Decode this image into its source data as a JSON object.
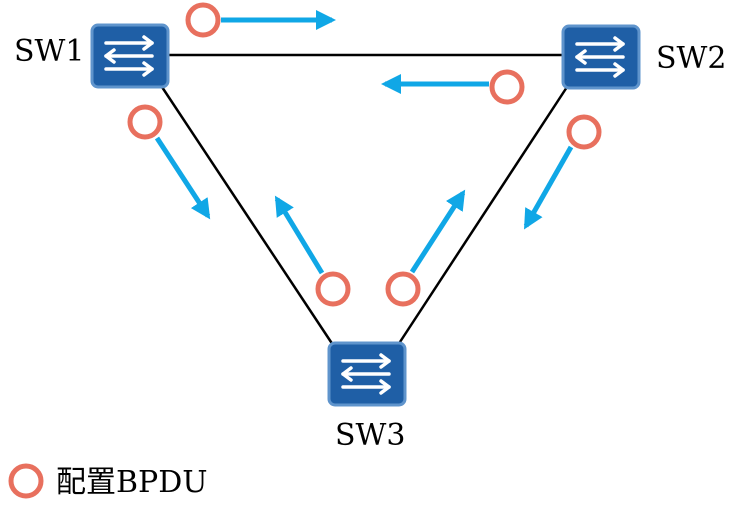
{
  "colors": {
    "switch_fill": "#1f5fa6",
    "switch_border": "#5f94cc",
    "switch_arrow": "#ffffff",
    "link": "#000000",
    "bpdu_circle": "#e8705e",
    "flow_arrow": "#10a7e6",
    "background": "#ffffff"
  },
  "switches": [
    {
      "id": "sw1",
      "label": "SW1",
      "icon": "switch-icon"
    },
    {
      "id": "sw2",
      "label": "SW2",
      "icon": "switch-icon"
    },
    {
      "id": "sw3",
      "label": "SW3",
      "icon": "switch-icon"
    }
  ],
  "links": [
    {
      "from": "sw1",
      "to": "sw2"
    },
    {
      "from": "sw1",
      "to": "sw3"
    },
    {
      "from": "sw2",
      "to": "sw3"
    }
  ],
  "bpdus": [
    {
      "from": "sw1",
      "to": "sw2"
    },
    {
      "from": "sw2",
      "to": "sw1"
    },
    {
      "from": "sw1",
      "to": "sw3"
    },
    {
      "from": "sw3",
      "to": "sw1"
    },
    {
      "from": "sw3",
      "to": "sw2"
    },
    {
      "from": "sw2",
      "to": "sw3"
    }
  ],
  "legend": {
    "symbol": "bpdu-circle-icon",
    "label": "配置BPDU"
  }
}
